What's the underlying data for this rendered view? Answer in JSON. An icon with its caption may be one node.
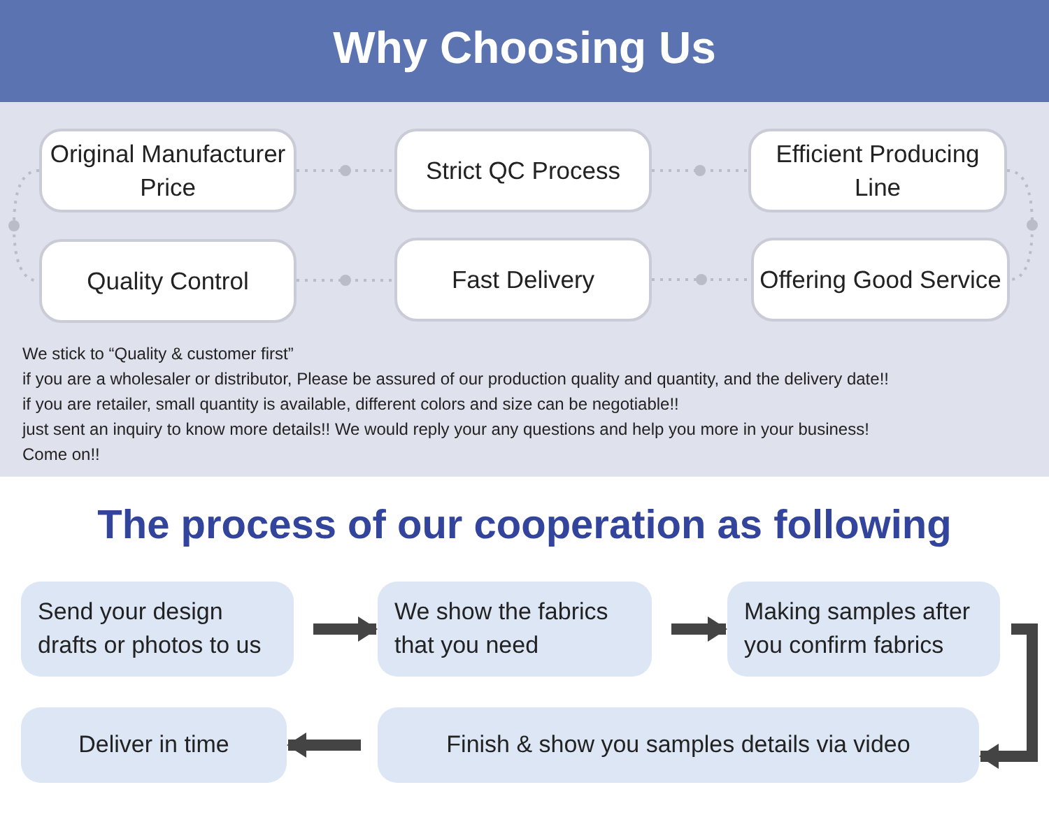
{
  "diagram": {
    "title": "Why Choosing Us",
    "nodes": [
      {
        "text": [
          "Original Manufacturer Price"
        ]
      },
      {
        "text": [
          "Strict QC Process"
        ]
      },
      {
        "text": [
          "Efficient Producing Line"
        ]
      },
      {
        "text": [
          "Quality Control"
        ]
      },
      {
        "text": [
          "Fast Delivery"
        ]
      },
      {
        "text": [
          "Offering Good Service"
        ]
      },
      {
        "text": [
          "Send your design drafts or photos to us"
        ]
      },
      {
        "text": [
          "We show the fabrics that you need"
        ]
      },
      {
        "text": [
          "Making samples after you confirm fabrics"
        ]
      },
      {
        "text": [
          "Deliver in time"
        ]
      },
      {
        "text": [
          "Finish & show you samples details via video"
        ]
      }
    ],
    "edges": [
      {
        "from": 0,
        "to": 1,
        "arrow": "none",
        "style": "dashed",
        "color": "#b8bdc8"
      },
      {
        "from": 1,
        "to": 2,
        "arrow": "none",
        "style": "dashed",
        "color": "#b8bdc8"
      },
      {
        "from": 0,
        "to": 3,
        "arrow": "none",
        "style": "dashed",
        "color": "#b8bdc8"
      },
      {
        "from": 2,
        "to": 5,
        "arrow": "none",
        "style": "dashed",
        "color": "#b8bdc8"
      },
      {
        "from": 3,
        "to": 4,
        "arrow": "none",
        "style": "dashed",
        "color": "#b8bdc8"
      },
      {
        "from": 4,
        "to": 5,
        "arrow": "none",
        "style": "dashed",
        "color": "#b8bdc8"
      },
      {
        "from": 6,
        "to": 7,
        "arrow": "to",
        "style": "thick",
        "color": "#444444"
      },
      {
        "from": 7,
        "to": 8,
        "arrow": "to",
        "style": "thick",
        "color": "#444444"
      },
      {
        "from": 8,
        "to": 10,
        "arrow": "to",
        "style": "thick",
        "color": "#444444"
      },
      {
        "from": 10,
        "to": 9,
        "arrow": "to",
        "style": "thick",
        "color": "#444444"
      }
    ],
    "labels": [
      "We stick to “Quality & customer first”",
      "if you are a wholesaler or distributor, Please be assured of our production quality and quantity, and the delivery date!!",
      "if you are retailer, small quantity is available, different colors and size can be negotiable!!",
      "just sent an inquiry to know more details!! We would reply your any questions and help you more in your business!",
      "Come on!!",
      "The process of our cooperation as following"
    ]
  }
}
